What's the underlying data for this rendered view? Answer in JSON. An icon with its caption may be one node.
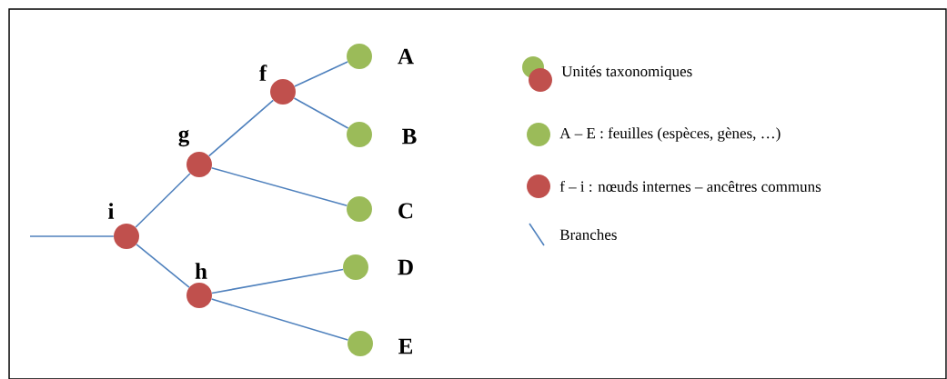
{
  "diagram": {
    "nodes": [
      {
        "text": [],
        "shape": "circle",
        "beside": [
          "i"
        ]
      },
      {
        "text": [],
        "shape": "circle",
        "beside": [
          "g"
        ]
      },
      {
        "text": [],
        "shape": "circle",
        "beside": [
          "f"
        ]
      },
      {
        "text": [],
        "shape": "circle",
        "beside": [
          "h"
        ]
      },
      {
        "text": [],
        "shape": "circle",
        "beside": [
          "A"
        ]
      },
      {
        "text": [],
        "shape": "circle",
        "beside": [
          "B"
        ]
      },
      {
        "text": [],
        "shape": "circle",
        "beside": [
          "C"
        ]
      },
      {
        "text": [],
        "shape": "circle",
        "beside": [
          "D"
        ]
      },
      {
        "text": [],
        "shape": "circle",
        "beside": [
          "E"
        ]
      }
    ],
    "edges": [
      {
        "from": null,
        "to": 0,
        "arrow": "none"
      },
      {
        "from": 0,
        "to": 1,
        "arrow": "none"
      },
      {
        "from": 1,
        "to": 2,
        "arrow": "none"
      },
      {
        "from": 2,
        "to": 4,
        "arrow": "none"
      },
      {
        "from": 2,
        "to": 5,
        "arrow": "none"
      },
      {
        "from": 1,
        "to": 6,
        "arrow": "none"
      },
      {
        "from": 0,
        "to": 3,
        "arrow": "none"
      },
      {
        "from": 3,
        "to": 7,
        "arrow": "none"
      },
      {
        "from": 3,
        "to": 8,
        "arrow": "none"
      }
    ],
    "legend": [
      {
        "text": "Unités taxonomiques"
      },
      {
        "text": "A – E : feuilles (espèces, gènes, …)",
        "color": "#9bbb59"
      },
      {
        "text": "f – i : nœuds internes – ancêtres communs",
        "color": "#c0504d"
      },
      {
        "text": "Branches"
      }
    ]
  }
}
